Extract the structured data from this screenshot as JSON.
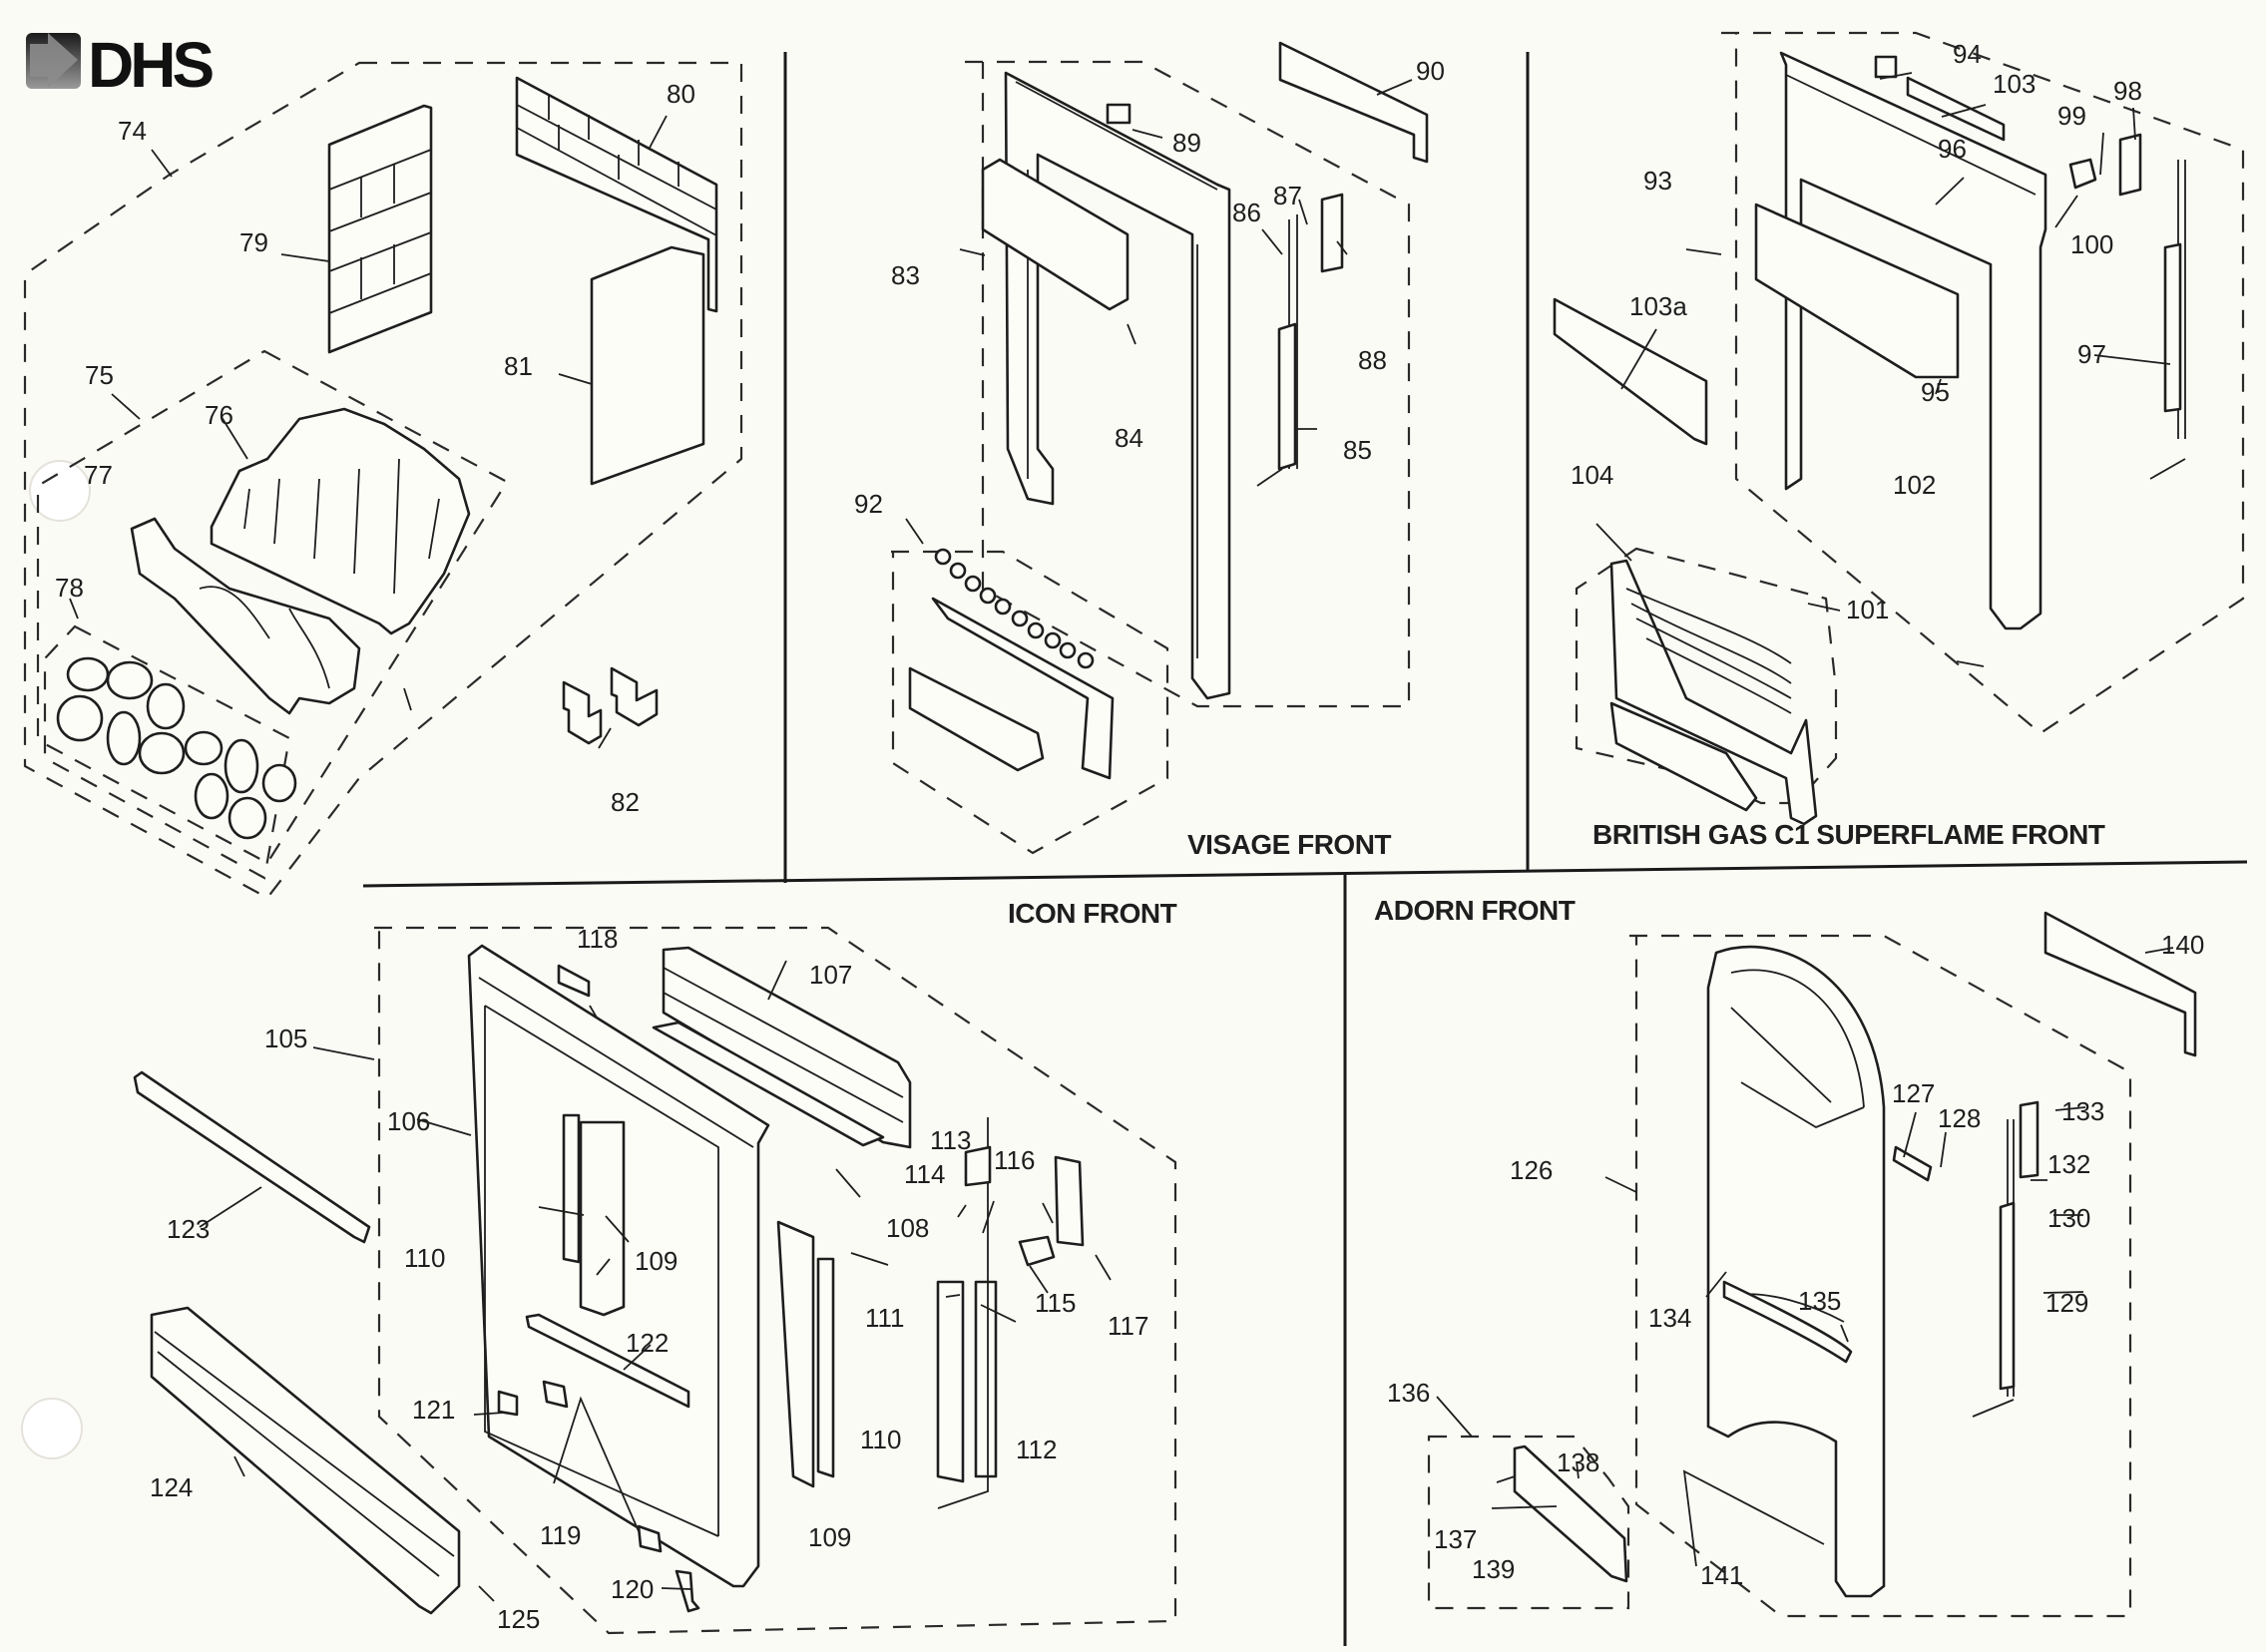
{
  "logo": {
    "text": "DHS",
    "icon": "arrow-right-icon"
  },
  "sections": {
    "fuel_bed": {
      "title": "",
      "labels": [
        "74",
        "75",
        "76",
        "77",
        "78",
        "79",
        "80",
        "81",
        "82"
      ]
    },
    "visage_front": {
      "title": "VISAGE FRONT",
      "labels": [
        "83",
        "84",
        "85",
        "86",
        "87",
        "88",
        "89",
        "90",
        "92"
      ]
    },
    "british_gas": {
      "title": "BRITISH GAS C1 SUPERFLAME FRONT",
      "labels": [
        "93",
        "94",
        "95",
        "96",
        "97",
        "98",
        "99",
        "100",
        "101",
        "102",
        "103",
        "103a",
        "104"
      ]
    },
    "icon_front": {
      "title": "ICON FRONT",
      "labels": [
        "105",
        "106",
        "107",
        "108",
        "109",
        "109",
        "110",
        "110",
        "111",
        "112",
        "113",
        "114",
        "115",
        "116",
        "117",
        "118",
        "119",
        "120",
        "121",
        "122",
        "123",
        "124",
        "125"
      ]
    },
    "adorn_front": {
      "title": "ADORN FRONT",
      "labels": [
        "126",
        "127",
        "128",
        "129",
        "130",
        "132",
        "133",
        "134",
        "135",
        "136",
        "137",
        "138",
        "139",
        "140",
        "141"
      ]
    }
  },
  "colors": {
    "ink": "#1e1e1e",
    "paper": "#fbfbf6",
    "logo_dark": "#111111",
    "logo_grey": "#8a8a8a"
  }
}
